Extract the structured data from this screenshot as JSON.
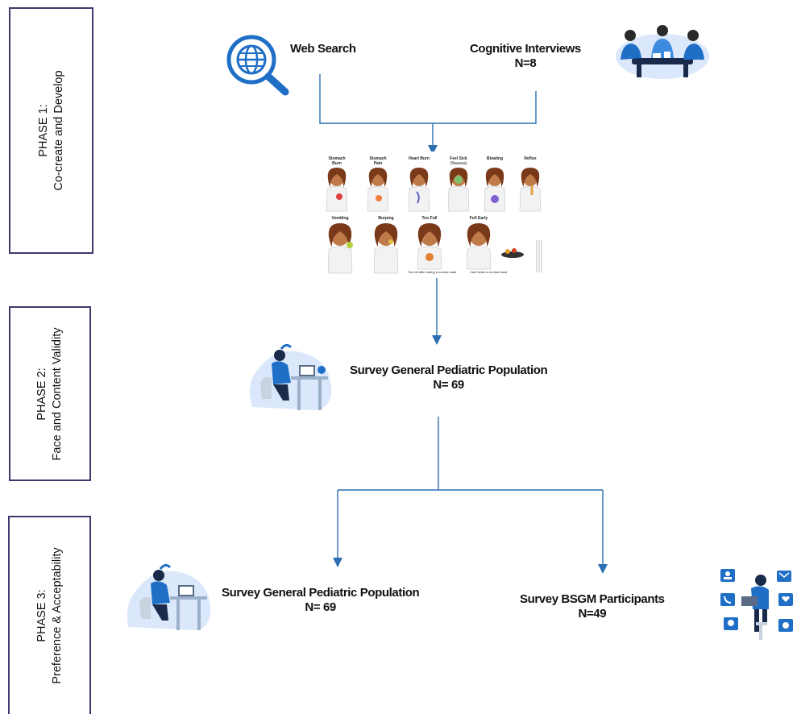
{
  "phases": [
    {
      "line1": "PHASE 1:",
      "line2": "Co-create and Develop"
    },
    {
      "line1": "PHASE 2:",
      "line2": "Face and Content Validity"
    },
    {
      "line1": "PHASE 3:",
      "line2": "Preference & Acceptability"
    }
  ],
  "nodes": {
    "web_search": {
      "title": "Web Search"
    },
    "cognitive_interviews": {
      "title": "Cognitive Interviews",
      "n": "N=8"
    },
    "survey_phase2": {
      "title": "Survey General Pediatric Population",
      "n": "N= 69"
    },
    "survey_phase3_general": {
      "title": "Survey General Pediatric Population",
      "n": "N= 69"
    },
    "survey_bsgm": {
      "title": "Survey BSGM Participants",
      "n": "N=49"
    }
  },
  "symptom_chart": {
    "row1": [
      "Stomach Burn",
      "Stomach Pain",
      "Heart Burn",
      "Feel Sick",
      "Bloating",
      "Reflux"
    ],
    "row1_sub": [
      "",
      "",
      "",
      "(Nausea)",
      "",
      ""
    ],
    "row2": [
      "Vomiting",
      "Burping",
      "Too Full",
      "Full Early"
    ],
    "captions": [
      "Too full after eating a normal meal",
      "Can't finish a normal meal"
    ]
  },
  "colors": {
    "arrow": "#2b6fb0",
    "box_border": "#3f3a6e",
    "icon_blue": "#1f6fc7",
    "bg_blob": "#dbe8fb"
  },
  "icons": [
    "globe-search-icon",
    "group-meeting-icon",
    "laptop-user-icon",
    "contact-network-icon"
  ]
}
